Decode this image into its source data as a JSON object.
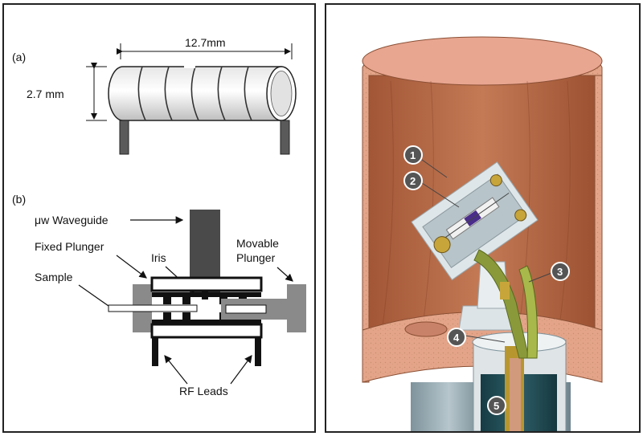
{
  "panel_a": {
    "tag": "(a)",
    "length_label": "12.7mm",
    "diameter_label": "2.7 mm"
  },
  "panel_b": {
    "tag": "(b)",
    "waveguide_label": "μw Waveguide",
    "fixed_plunger_label": "Fixed Plunger",
    "movable_plunger_line1": "Movable",
    "movable_plunger_line2": "Plunger",
    "iris_label": "Iris",
    "sample_label": "Sample",
    "rf_leads_label": "RF Leads"
  },
  "callouts": [
    "1",
    "2",
    "3",
    "4",
    "5"
  ],
  "colors": {
    "copper": "#c98f6c",
    "copper_light": "#e8a590",
    "copper_dark": "#8a4f34",
    "waveguide": "#4a4a4a",
    "plunger": "#8a8a8a",
    "gold": "#c8a53a",
    "coil": "#8a9a3a",
    "steel": "#8fa3ab"
  }
}
